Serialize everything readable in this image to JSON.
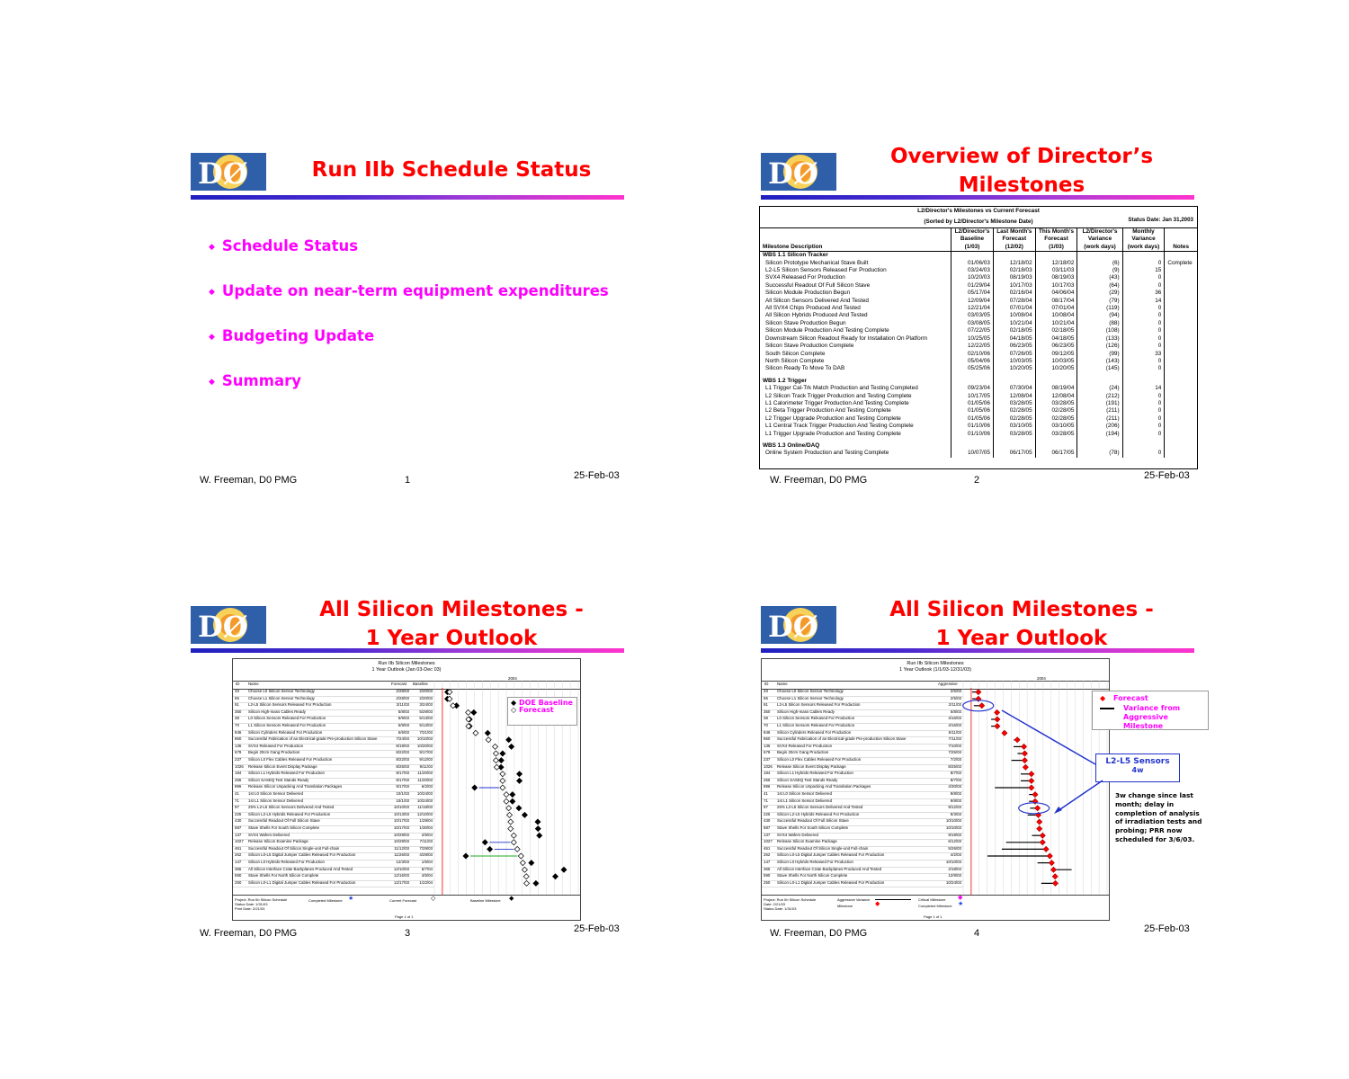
{
  "colors": {
    "title": "#ff0000",
    "bullet": "#ff00ff",
    "baseline_marker": "#000000",
    "forecast_marker": "#ff0000",
    "callout_text": "#2222dd",
    "gradient_start": "#1f1fbf",
    "gradient_end": "#ff33cc"
  },
  "common": {
    "logo_text": "DØ",
    "footer_author": "W. Freeman, D0 PMG",
    "footer_date": "25-Feb-03"
  },
  "slides": [
    {
      "title": "Run IIb Schedule Status",
      "page": "1",
      "bullets": [
        "Schedule Status",
        "Update on near-term equipment expenditures",
        "Budgeting Update",
        "Summary"
      ]
    },
    {
      "title_line1": "Overview of Director’s",
      "title_line2": "Milestones",
      "page": "2",
      "table": {
        "heading": "L2/Director's Milestones vs Current Forecast",
        "subheading": "(Sorted by L2/Director's Milestone Date)",
        "status": "Status Date: Jan 31,2003",
        "columns": [
          "Milestone Description",
          "L2/Director's Baseline (1/03)",
          "Last Month's Forecast (12/02)",
          "This Month's Forecast (1/03)",
          "L2/Director's Variance (work days)",
          "Monthly Variance (work days)",
          "Notes"
        ],
        "sections": [
          {
            "name": "WBS 1.1 Silicon Tracker",
            "rows": [
              [
                "Silicon Prototype Mechanical Stave Built",
                "01/06/03",
                "12/18/02",
                "12/18/02",
                "(6)",
                "0",
                "Complete"
              ],
              [
                "L2-L5 Silicon Sensors Released For Production",
                "03/24/03",
                "02/18/03",
                "03/11/03",
                "(9)",
                "15",
                ""
              ],
              [
                "SVX4 Released For Production",
                "10/20/03",
                "08/19/03",
                "08/19/03",
                "(43)",
                "0",
                ""
              ],
              [
                "Successful Readout Of Full Silicon Stave",
                "01/29/04",
                "10/17/03",
                "10/17/03",
                "(64)",
                "0",
                ""
              ],
              [
                "Silicon Module Production Begun",
                "05/17/04",
                "02/16/04",
                "04/06/04",
                "(29)",
                "36",
                ""
              ],
              [
                "All Silicon Sensors Delivered And Tested",
                "12/09/04",
                "07/28/04",
                "08/17/04",
                "(79)",
                "14",
                ""
              ],
              [
                "All SVX4 Chips Produced And Tested",
                "12/21/04",
                "07/01/04",
                "07/01/04",
                "(119)",
                "0",
                ""
              ],
              [
                "All Silicon Hybrids Produced And Tested",
                "03/03/05",
                "10/08/04",
                "10/08/04",
                "(94)",
                "0",
                ""
              ],
              [
                "Silicon Stave Production Begun",
                "03/08/05",
                "10/21/04",
                "10/21/04",
                "(88)",
                "0",
                ""
              ],
              [
                "Silicon Module Production And Testing Complete",
                "07/22/05",
                "02/18/05",
                "02/18/05",
                "(108)",
                "0",
                ""
              ],
              [
                "Downstream Silicon Readout Ready for Installation On Platform",
                "10/25/05",
                "04/18/05",
                "04/18/05",
                "(133)",
                "0",
                ""
              ],
              [
                "Silicon Stave Production Complete",
                "12/22/05",
                "06/23/05",
                "06/23/05",
                "(126)",
                "0",
                ""
              ],
              [
                "South Silicon Complete",
                "02/10/06",
                "07/26/05",
                "09/12/05",
                "(99)",
                "33",
                ""
              ],
              [
                "North Silicon Complete",
                "05/04/06",
                "10/03/05",
                "10/03/05",
                "(143)",
                "0",
                ""
              ],
              [
                "Silicon Ready To Move To DAB",
                "05/25/06",
                "10/20/05",
                "10/20/05",
                "(145)",
                "0",
                ""
              ]
            ]
          },
          {
            "name": "WBS 1.2 Trigger",
            "rows": [
              [
                "L1 Trigger Cal-Trk Match Production and Testing Completed",
                "09/23/04",
                "07/30/04",
                "08/19/04",
                "(24)",
                "14",
                ""
              ],
              [
                "L2 Silicon Track Trigger Production and Testing Complete",
                "10/17/05",
                "12/08/04",
                "12/08/04",
                "(212)",
                "0",
                ""
              ],
              [
                "L1 Calorimeter Trigger Production And Testing Complete",
                "01/05/06",
                "03/28/05",
                "03/28/05",
                "(191)",
                "0",
                ""
              ],
              [
                "L2 Beta Trigger Production And Testing Complete",
                "01/05/06",
                "02/28/05",
                "02/28/05",
                "(211)",
                "0",
                ""
              ],
              [
                "L2 Trigger Upgrade Production and Testing Complete",
                "01/05/06",
                "02/28/05",
                "02/28/05",
                "(211)",
                "0",
                ""
              ],
              [
                "L1 Central Track Trigger Production And Testing Complete",
                "01/10/06",
                "03/10/05",
                "03/10/05",
                "(206)",
                "0",
                ""
              ],
              [
                "L1 Trigger Upgrade Production and Testing Complete",
                "01/10/06",
                "03/28/05",
                "03/28/05",
                "(194)",
                "0",
                ""
              ]
            ]
          },
          {
            "name": "WBS 1.3 Online/DAQ",
            "rows": [
              [
                "Online System Production and Testing Complete",
                "10/07/05",
                "06/17/05",
                "06/17/05",
                "(78)",
                "0",
                ""
              ]
            ]
          }
        ]
      }
    },
    {
      "title_line1": "All Silicon Milestones -",
      "title_line2": "1 Year Outlook",
      "page": "3",
      "chart": {
        "title1": "Run IIb Silicon Milestones",
        "title2": "1 Year Outlook (Jan 03-Dec 03)",
        "col_id": "ID",
        "col_name": "Name",
        "col_a": "Forecast",
        "col_b": "Baseline",
        "year": "2004",
        "legend": [
          "DOE Baseline",
          "Forecast"
        ],
        "footer": [
          "Project: Run IIb Silicon Schedule",
          "Status Date: 1/31/03",
          "Print Date: 2/21/03",
          "Completed Milestone",
          "Current Forecast",
          "Baseline Milestone",
          "Page 1 of 1"
        ]
      }
    },
    {
      "title_line1": "All Silicon Milestones -",
      "title_line2": "1 Year Outlook",
      "page": "4",
      "chart": {
        "title1": "Run IIb Silicon Milestones",
        "title2": "1 Year Outlook (1/1/03-12/31/03)",
        "col_id": "ID",
        "col_name": "Name",
        "col_a": "Aggressive",
        "year": "2004",
        "legend": [
          "Forecast",
          "Variance from Aggressive Milestone"
        ],
        "callout_title": "L2-L5 Sensors",
        "callout_sub": "4w",
        "note": "3w change since last month; delay in completion of analysis of irradiation tests and probing; PRR now scheduled for 3/6/03.",
        "footer": [
          "Project: Run IIb Silicon Schedule",
          "Date: 2/21/03",
          "Status Date: 1/31/03",
          "Aggressive Variance",
          "Milestone",
          "Critical Milestone",
          "Completed Milestone",
          "Page 1 of 1"
        ]
      }
    }
  ],
  "gantt_rows": [
    {
      "id": "33",
      "name": "Choose L0 Silicon Sensor Technology",
      "a": "2/28/03",
      "b": "2/20/03",
      "ag": "2/5/03"
    },
    {
      "id": "65",
      "name": "Choose L1 Silicon Sensor Technology",
      "a": "2/28/03",
      "b": "2/20/03",
      "ag": "2/5/03"
    },
    {
      "id": "91",
      "name": "L2-L5 Silicon Sensors Released For Production",
      "a": "3/11/03",
      "b": "3/24/03",
      "ag": "2/11/03"
    },
    {
      "id": "350",
      "name": "Silicon High-mass Cables Ready",
      "a": "5/8/03",
      "b": "5/29/03",
      "ag": "5/8/03"
    },
    {
      "id": "38",
      "name": "L0 Silicon Sensors Released For Production",
      "a": "5/9/03",
      "b": "5/13/03",
      "ag": "4/16/03"
    },
    {
      "id": "70",
      "name": "L1 Silicon Sensors Released For Production",
      "a": "5/9/03",
      "b": "5/13/03",
      "ag": "4/16/03"
    },
    {
      "id": "846",
      "name": "Silicon Cylinders Released For Production",
      "a": "6/6/03",
      "b": "7/21/03",
      "ag": "6/11/03"
    },
    {
      "id": "860",
      "name": "Successful Fabrication of an Electrical-grade Pre-production Silicon Stave",
      "a": "7/24/03",
      "b": "10/10/03",
      "ag": "7/11/03"
    },
    {
      "id": "136",
      "name": "SVX4 Released For Production",
      "a": "8/19/03",
      "b": "10/20/03",
      "ag": "7/10/03"
    },
    {
      "id": "679",
      "name": "Begin 20cm Gang Production",
      "a": "8/22/03",
      "b": "9/17/03",
      "ag": "7/25/03"
    },
    {
      "id": "237",
      "name": "Silicon L0 Flex Cables Released For Production",
      "a": "8/22/03",
      "b": "9/12/03",
      "ag": "7/2/03"
    },
    {
      "id": "1026",
      "name": "Release Silicon Event Display Package",
      "a": "8/25/03",
      "b": "9/11/03",
      "ag": "8/25/03"
    },
    {
      "id": "184",
      "name": "Silicon L1 Hybrids Released For Production",
      "a": "9/17/03",
      "b": "11/20/03",
      "ag": "8/7/03"
    },
    {
      "id": "255",
      "name": "Silicon SASEQ Test Stands Ready",
      "a": "9/17/03",
      "b": "11/20/03",
      "ag": "8/7/03"
    },
    {
      "id": "896",
      "name": "Release Silicon Unpacking And Translation Packages",
      "a": "9/17/03",
      "b": "6/2/03",
      "ag": "4/30/03"
    },
    {
      "id": "41",
      "name": "1st L0 Silicon Sensor Delivered",
      "a": "10/1/03",
      "b": "10/24/03",
      "ag": "9/8/03"
    },
    {
      "id": "71",
      "name": "1st L1 Silicon Sensor Delivered",
      "a": "10/1/03",
      "b": "10/24/03",
      "ag": "9/8/03"
    },
    {
      "id": "97",
      "name": "25% L2-L5 Silicon Sensors Delivered And Tested",
      "a": "10/10/03",
      "b": "11/18/03",
      "ag": "9/12/03"
    },
    {
      "id": "225",
      "name": "Silicon L2-L5 Hybrids Released For Production",
      "a": "10/13/03",
      "b": "12/10/03",
      "ag": "9/3/03"
    },
    {
      "id": "430",
      "name": "Successful Readout Of Full Silicon Stave",
      "a": "10/17/03",
      "b": "1/29/04",
      "ag": "10/10/03"
    },
    {
      "id": "587",
      "name": "Stave Shells For South Silicon Complete",
      "a": "10/17/03",
      "b": "1/30/04",
      "ag": "10/10/03"
    },
    {
      "id": "137",
      "name": "SVX4 Wafers Delivered",
      "a": "10/29/03",
      "b": "2/5/04",
      "ag": "9/19/03"
    },
    {
      "id": "1027",
      "name": "Release Silicon Examine Package",
      "a": "10/29/03",
      "b": "7/11/03",
      "ag": "6/12/03"
    },
    {
      "id": "461",
      "name": "Successful Readout Of Silicon Single-unit Full-chain",
      "a": "11/12/03",
      "b": "7/29/03",
      "ag": "5/26/03"
    },
    {
      "id": "262",
      "name": "Silicon L0-L5 Digital Jumper Cables Released For Production",
      "a": "11/26/03",
      "b": "4/29/03",
      "ag": "4/2/03"
    },
    {
      "id": "147",
      "name": "Silicon L0 Hybrids Released For Production",
      "a": "12/3/03",
      "b": "1/5/04",
      "ag": "10/10/03"
    },
    {
      "id": "365",
      "name": "All Silicon Interface Crate Backplanes Produced And Tested",
      "a": "12/10/03",
      "b": "5/7/04",
      "ag": "2/18/04"
    },
    {
      "id": "590",
      "name": "Stave Shells For North Silicon Complete",
      "a": "12/16/03",
      "b": "4/5/04",
      "ag": "12/9/03"
    },
    {
      "id": "250",
      "name": "Silicon L0-L1 Digital Jumper Cables Released For Production",
      "a": "12/17/03",
      "b": "1/22/04",
      "ag": "10/24/03"
    }
  ]
}
